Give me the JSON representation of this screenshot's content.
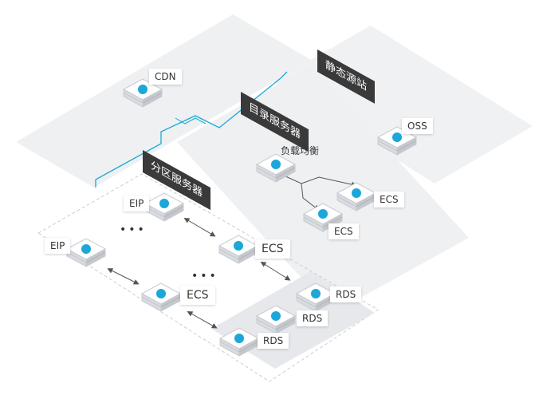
{
  "zones": {
    "static": "静态源站",
    "directory": "目录服务器",
    "partition": "分区服务器"
  },
  "nodes": {
    "cdn": "CDN",
    "oss": "OSS",
    "lb": "负载均衡",
    "ecs_dir_1": "ECS",
    "ecs_dir_2": "ECS",
    "eip_1": "EIP",
    "eip_2": "EIP",
    "ecs_part_1": "ECS",
    "ecs_part_2": "ECS",
    "rds_1": "RDS",
    "rds_2": "RDS",
    "rds_3": "RDS"
  },
  "colors": {
    "accent": "#1ba8d8",
    "zone_fill": "#eef0f2",
    "tag_bg": "#3a3a3a",
    "link": "#555555"
  }
}
